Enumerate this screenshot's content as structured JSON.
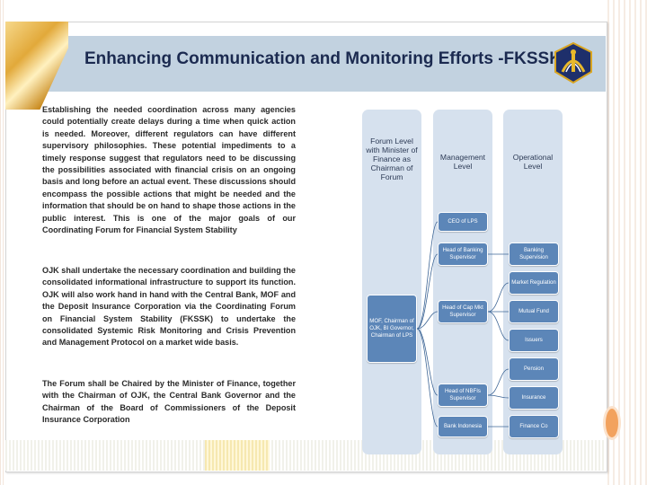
{
  "slide": {
    "title": "Enhancing Communication and Monitoring Efforts -FKSSK",
    "paragraphs": [
      "Establishing the needed coordination across many agencies could potentially create delays during a time when quick action is needed. Moreover, different regulators can have different supervisory philosophies. These potential impediments to a timely response suggest that regulators need to be discussing the possibilities associated with financial crisis on an ongoing basis and long before an actual event. These discussions should encompass the possible actions that might be needed and the information that should be on hand to shape those actions in the public interest. This is one of the major goals of our Coordinating Forum for Financial System Stability",
      "OJK shall undertake the necessary coordination and building the consolidated informational infrastructure to support its function. OJK will also work hand in hand with the Central Bank, MOF and the Deposit Insurance Corporation via the Coordinating Forum on Financial System Stability (FKSSK) to undertake the consolidated Systemic Risk Monitoring and Crisis Prevention and Management Protocol on a market wide basis.",
      "The Forum shall be Chaired by the Minister of Finance, together with the Chairman of OJK, the Central Bank Governor and the Chairman of the Board of Commissioners of the Deposit Insurance Corporation"
    ]
  },
  "diagram": {
    "columns": [
      {
        "label": "Forum Level with Minister of Finance as Chairman of Forum"
      },
      {
        "label": "Management Level"
      },
      {
        "label": "Operational Level"
      }
    ],
    "forum_node": "MOF, Chairman of OJK, BI Governor, Chairman of LPS",
    "management_nodes": [
      "CEO of LPS",
      "Head of Banking Supervisor",
      "Head of Cap Mkt Supervisor",
      "Head of NBFIs Supervisor",
      "Bank Indonesia"
    ],
    "operational_nodes": [
      "Banking Supervision",
      "Market Regulation",
      "Mutual Fund",
      "Issuers",
      "Pension",
      "Insurance",
      "Finance Co"
    ]
  },
  "colors": {
    "header_bar": "#c2d2e0",
    "title_text": "#1b2a50",
    "node_fill": "#5c86b8",
    "column_fill": "#d6e1ee",
    "connector": "#3e6696"
  },
  "icons": {
    "logo": "ministry-of-finance-emblem",
    "corner": "gold-bars-decoration"
  }
}
